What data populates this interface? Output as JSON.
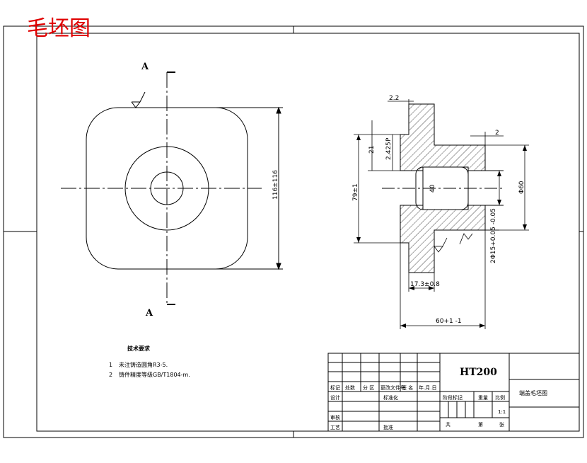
{
  "header": {
    "title": "毛坯图"
  },
  "left_view": {
    "section_label_top": "A",
    "section_label_bottom": "A",
    "dim_height": "116±116"
  },
  "right_view": {
    "dim_top_width": "2.2",
    "dim_right_width": "2",
    "dim_21": "21",
    "dim_2425": "2.425",
    "dim_p": "P",
    "dim_outer": "79±1",
    "dim_bore": "40",
    "dim_phi60": "Φ60",
    "dim_tol": "2Φ15+0.05 -0.05",
    "dim_base": "17.3±0.8",
    "dim_total": "60+1 -1"
  },
  "notes": {
    "heading": "技术要求",
    "items": [
      {
        "num": "1",
        "text": "未注铸造圆角R3-5."
      },
      {
        "num": "2",
        "text": "铸件精度等级GB/T1804-m."
      }
    ]
  },
  "title_block": {
    "material": "HT200",
    "part_name": "端盖毛坯图",
    "scale": "1:1",
    "row_labels": [
      "标记",
      "处数",
      "分 区",
      "更改文件号",
      "签 名",
      "年.月.日"
    ],
    "design_label": "设计",
    "std_label": "标准化",
    "check_label": "审核",
    "process_label": "工艺",
    "approve_label": "批准",
    "stage_label": "阶段标记",
    "weight_label": "重量",
    "scale_label": "比例",
    "sheet_label": "共",
    "page_label": "第",
    "sheet_unit": "张"
  }
}
